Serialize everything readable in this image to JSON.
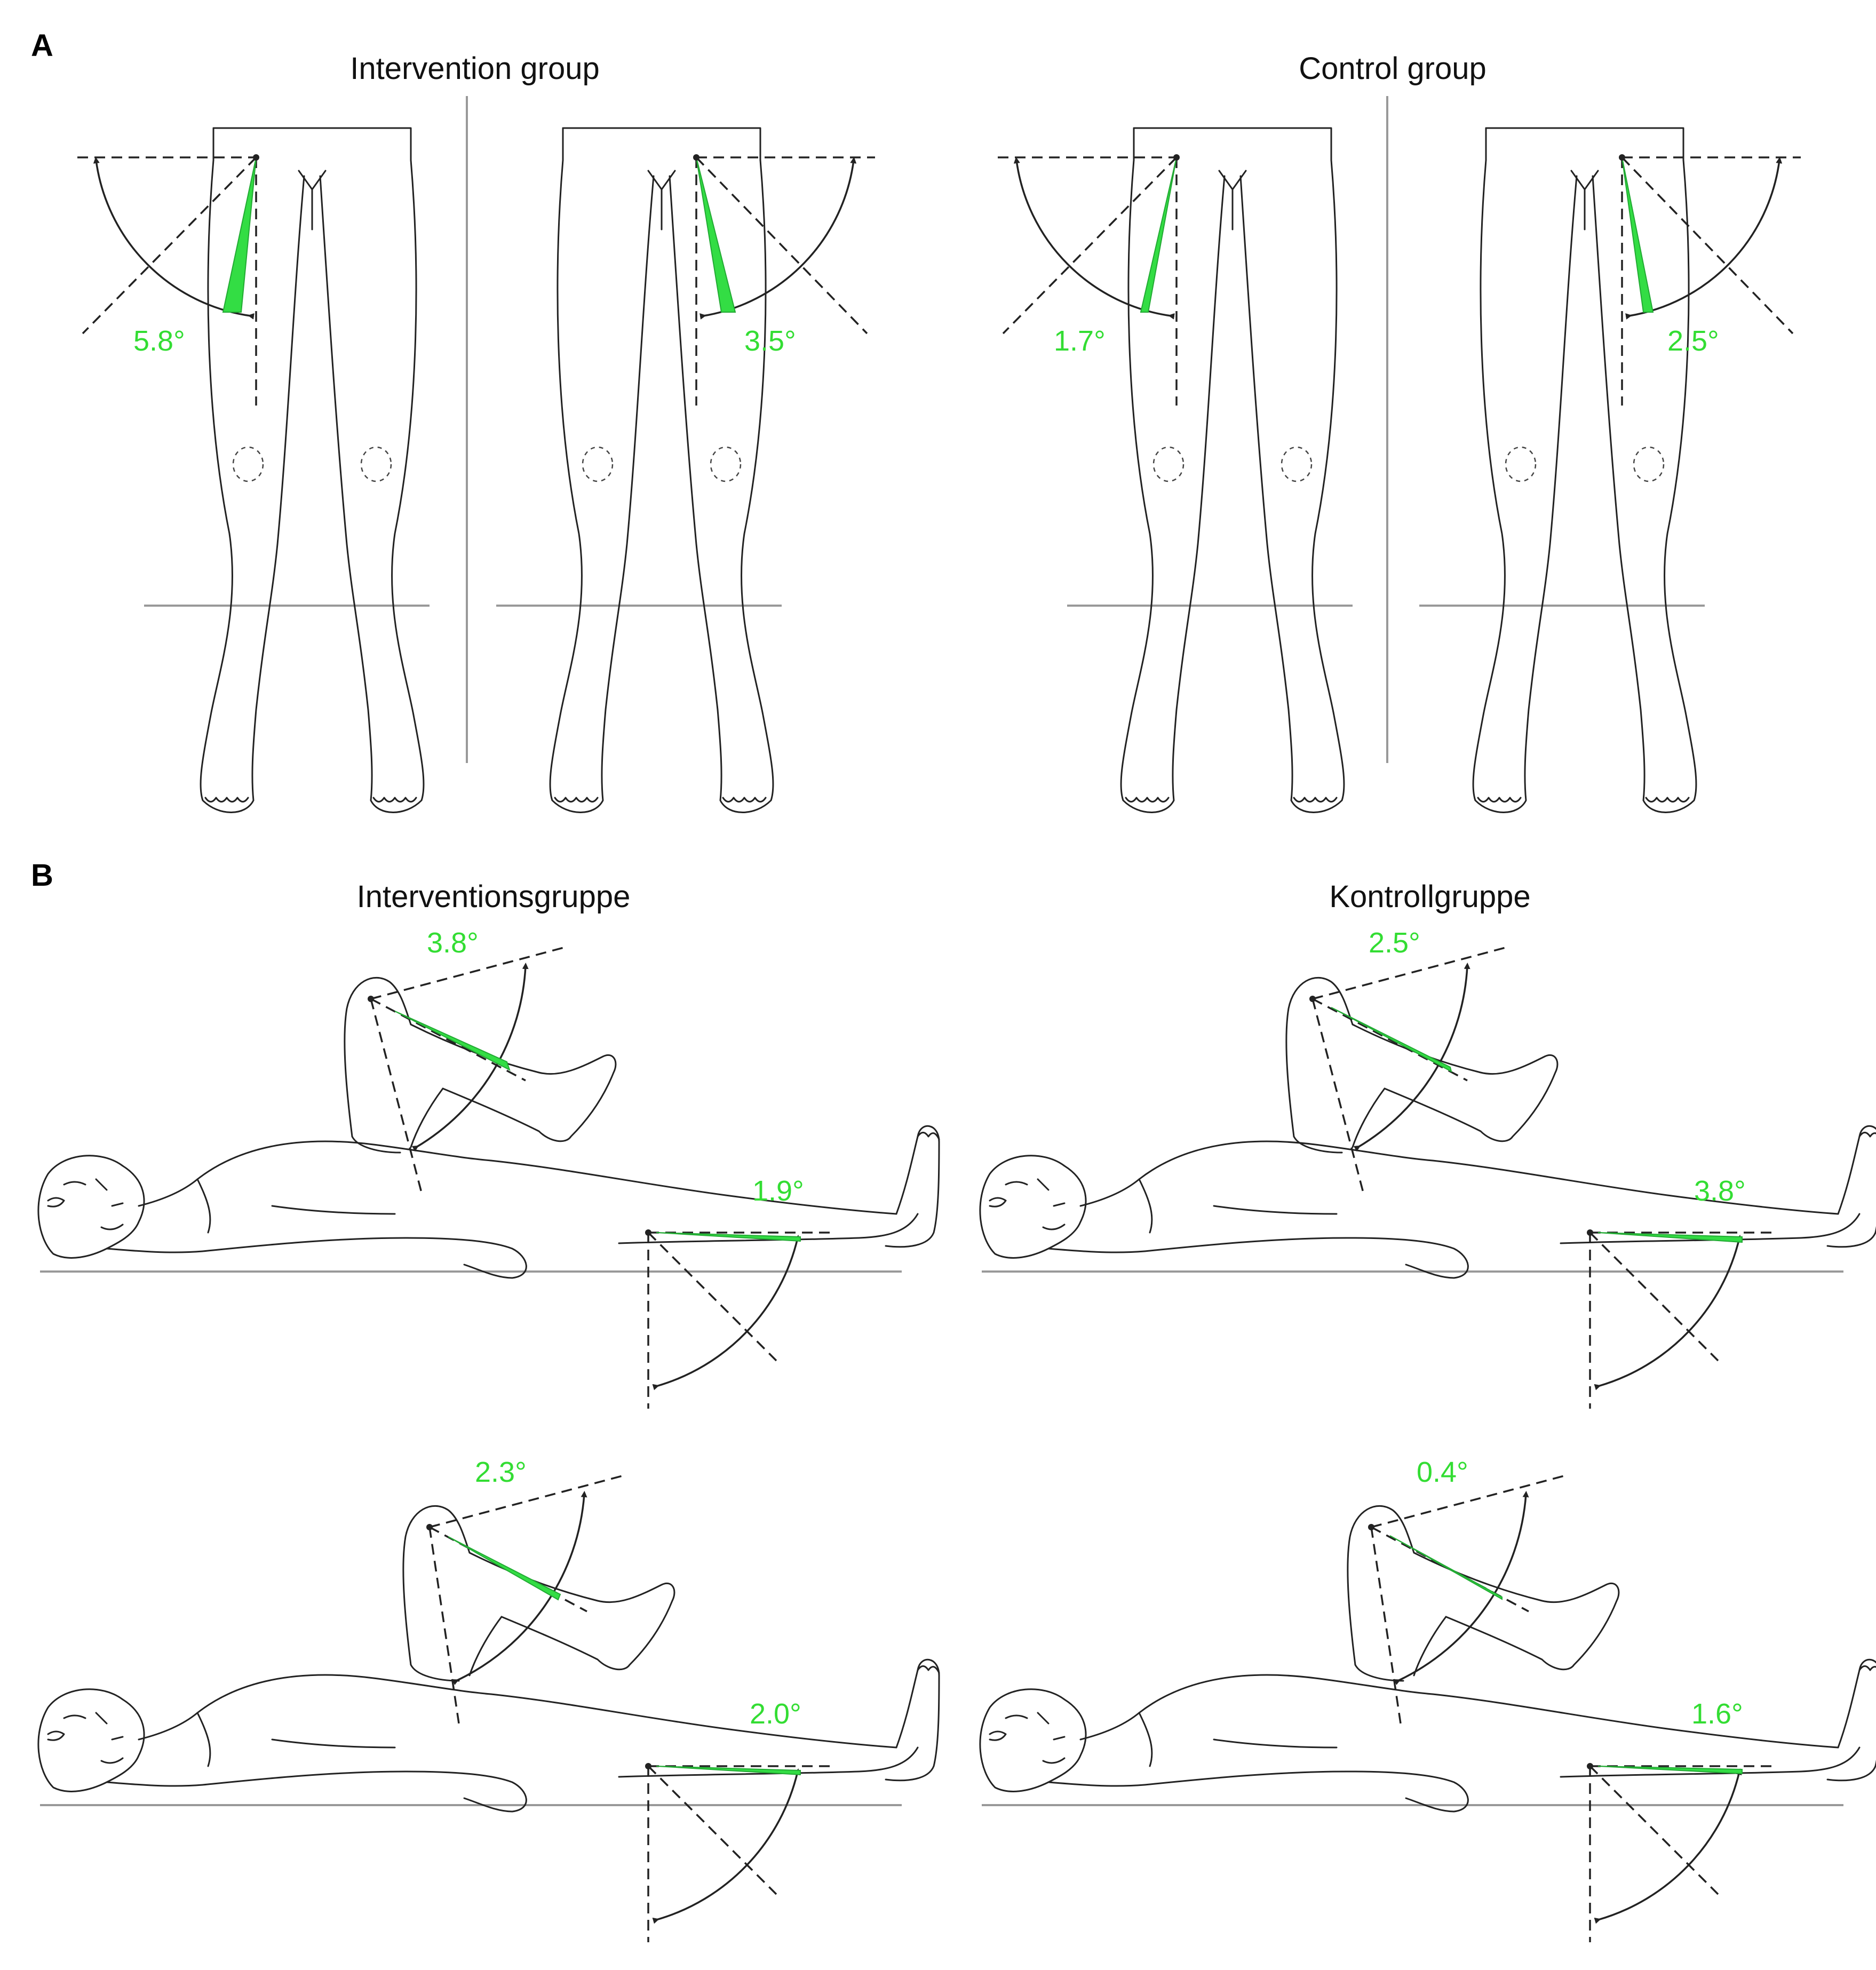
{
  "panel_a": {
    "letter": "A",
    "titles": {
      "intervention": "Intervention group",
      "control": "Control group"
    },
    "angles": [
      "5.8°",
      "3.5°",
      "1.7°",
      "2.5°"
    ]
  },
  "panel_b": {
    "letter": "B",
    "titles": {
      "intervention": "Interventionsgruppe",
      "control": "Kontrollgruppe"
    },
    "angles": {
      "int_top_knee": "3.8°",
      "int_top_hip": "1.9°",
      "ctl_top_knee": "2.5°",
      "ctl_top_hip": "3.8°",
      "int_bot_knee": "2.3°",
      "int_bot_hip": "2.0°",
      "ctl_bot_knee": "0.4°",
      "ctl_bot_hip": "1.6°"
    }
  },
  "colors": {
    "highlight": "#33dd44",
    "line": "#222222",
    "floor": "#999999"
  }
}
